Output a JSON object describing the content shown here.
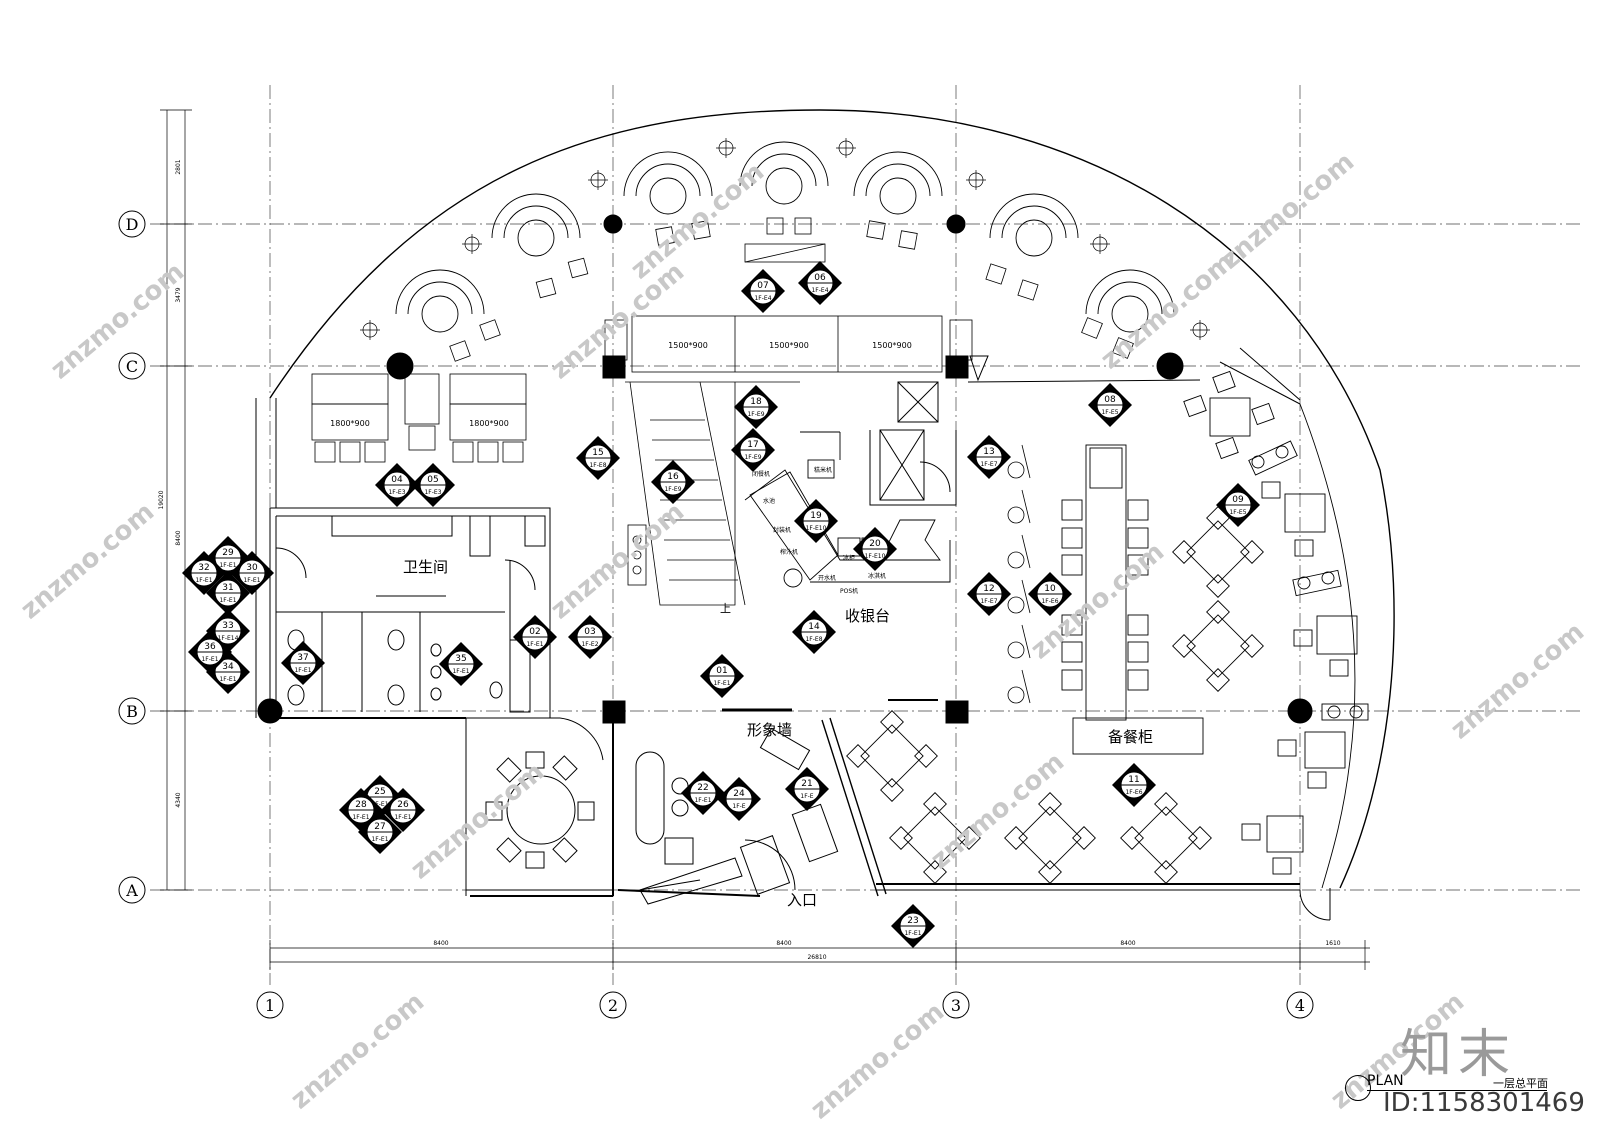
{
  "axes": {
    "rows": [
      {
        "label": "D"
      },
      {
        "label": "C"
      },
      {
        "label": "B"
      },
      {
        "label": "A"
      }
    ],
    "cols": [
      {
        "label": "1"
      },
      {
        "label": "2"
      },
      {
        "label": "3"
      },
      {
        "label": "4"
      }
    ]
  },
  "dimensions": {
    "vertical": [
      "2801",
      "3479",
      "8400",
      "4340"
    ],
    "vertical_total": "19020",
    "horizontal": [
      "8400",
      "8400",
      "8400",
      "1610"
    ],
    "horizontal_total": "26810"
  },
  "rooms": {
    "restroom": "卫生间",
    "cashier": "收银台",
    "image_wall": "形象墙",
    "service_cabinet": "备餐柜",
    "entrance": "入口",
    "stair_up": "上"
  },
  "tables": {
    "booth_size": "1800*900",
    "window_table": "1500*900"
  },
  "counter_labels": [
    "闭餐机",
    "糕米机",
    "水池",
    "封装机",
    "榨汁机",
    "开水机",
    "POS机",
    "冰淇机",
    "冰柜"
  ],
  "elevation_markers": [
    {
      "num": "01",
      "ref": "1F-E1"
    },
    {
      "num": "02",
      "ref": "1F-E1"
    },
    {
      "num": "03",
      "ref": "1F-E2"
    },
    {
      "num": "04",
      "ref": "1F-E3"
    },
    {
      "num": "05",
      "ref": "1F-E3"
    },
    {
      "num": "06",
      "ref": "1F-E4"
    },
    {
      "num": "07",
      "ref": "1F-E4"
    },
    {
      "num": "08",
      "ref": "1F-E5"
    },
    {
      "num": "09",
      "ref": "1F-E5"
    },
    {
      "num": "10",
      "ref": "1F-E6"
    },
    {
      "num": "11",
      "ref": "1F-E6"
    },
    {
      "num": "12",
      "ref": "1F-E7"
    },
    {
      "num": "13",
      "ref": "1F-E7"
    },
    {
      "num": "14",
      "ref": "1F-E8"
    },
    {
      "num": "15",
      "ref": "1F-E8"
    },
    {
      "num": "16",
      "ref": "1F-E9"
    },
    {
      "num": "17",
      "ref": "1F-E9"
    },
    {
      "num": "18",
      "ref": "1F-E9"
    },
    {
      "num": "19",
      "ref": "1F-E10"
    },
    {
      "num": "20",
      "ref": "1F-E10"
    },
    {
      "num": "21",
      "ref": "1F-E"
    },
    {
      "num": "22",
      "ref": "1F-E1"
    },
    {
      "num": "23",
      "ref": "1F-E1"
    },
    {
      "num": "24",
      "ref": "1F-E"
    },
    {
      "num": "25",
      "ref": "1F-E1"
    },
    {
      "num": "26",
      "ref": "1F-E1"
    },
    {
      "num": "27",
      "ref": "1F-E1"
    },
    {
      "num": "28",
      "ref": "1F-E1"
    },
    {
      "num": "29",
      "ref": "1F-E1"
    },
    {
      "num": "30",
      "ref": "1F-E1"
    },
    {
      "num": "31",
      "ref": "1F-E1"
    },
    {
      "num": "32",
      "ref": "1F-E1"
    },
    {
      "num": "33",
      "ref": "1F-E14"
    },
    {
      "num": "34",
      "ref": "1F-E1"
    },
    {
      "num": "35",
      "ref": "1F-E1"
    },
    {
      "num": "36",
      "ref": "1F-E1"
    },
    {
      "num": "37",
      "ref": "1F-E1"
    }
  ],
  "title_block": {
    "plan_en": "PLAN",
    "plan_cn": "一层总平面"
  },
  "watermark": {
    "brand": "知末",
    "id": "ID:1158301469",
    "site": "znzmo.com"
  }
}
